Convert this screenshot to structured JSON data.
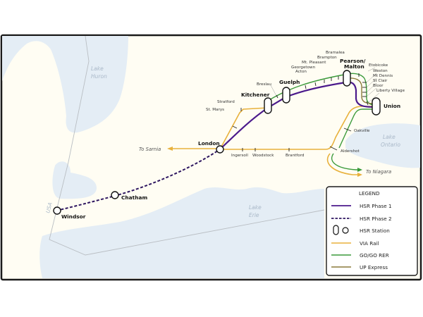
{
  "map": {
    "water_labels": {
      "huron_1": "Lake",
      "huron_2": "Huron",
      "erie_1": "Lake",
      "erie_2": "Erie",
      "ontario_1": "Lake",
      "ontario_2": "Ontario"
    },
    "border_label": "USA",
    "directions": {
      "sarnia": "To Sarnia",
      "niagara": "To Niagara"
    },
    "hsr_stations": {
      "windsor": "Windsor",
      "chatham": "Chatham",
      "london": "London",
      "kitchener": "Kitchener",
      "guelph": "Guelph",
      "pearson_1": "Pearson/",
      "pearson_2": "Malton",
      "union": "Union"
    },
    "minor_stations": {
      "st_marys": "St. Marys",
      "stratford": "Stratford",
      "ingersoll": "Ingersoll",
      "woodstock": "Woodstock",
      "brantford": "Brantford",
      "breslau": "Breslau",
      "acton": "Acton",
      "georgetown": "Georgetown",
      "mt_pleasant": "Mt. Pleasant",
      "brampton": "Brampton",
      "bramalea": "Bramalea",
      "etobicoke": "Etobicoke",
      "weston": "Weston",
      "mt_dennis": "Mt Dennis",
      "st_clair": "St Clair",
      "bloor": "Bloor",
      "liberty_village": "Liberty Village",
      "oakville": "Oakville",
      "aldershot": "Aldershot"
    },
    "colors": {
      "land": "#fffdf3",
      "water": "#e4edf5",
      "border": "#b9bec3",
      "hsr": "#4b1a8c",
      "via": "#e8b13c",
      "go": "#3a9a3a",
      "up": "#8a7a3a"
    }
  },
  "legend": {
    "title": "LEGEND",
    "items": [
      {
        "label": "HSR Phase 1",
        "style": "solid-purple"
      },
      {
        "label": "HSR Phase 2",
        "style": "dashed-purple"
      },
      {
        "label": "HSR Station",
        "style": "station-icons"
      },
      {
        "label": "VIA Rail",
        "style": "yellow-line"
      },
      {
        "label": "GO/GO RER",
        "style": "green-line"
      },
      {
        "label": "UP Express",
        "style": "olive-line"
      }
    ]
  }
}
